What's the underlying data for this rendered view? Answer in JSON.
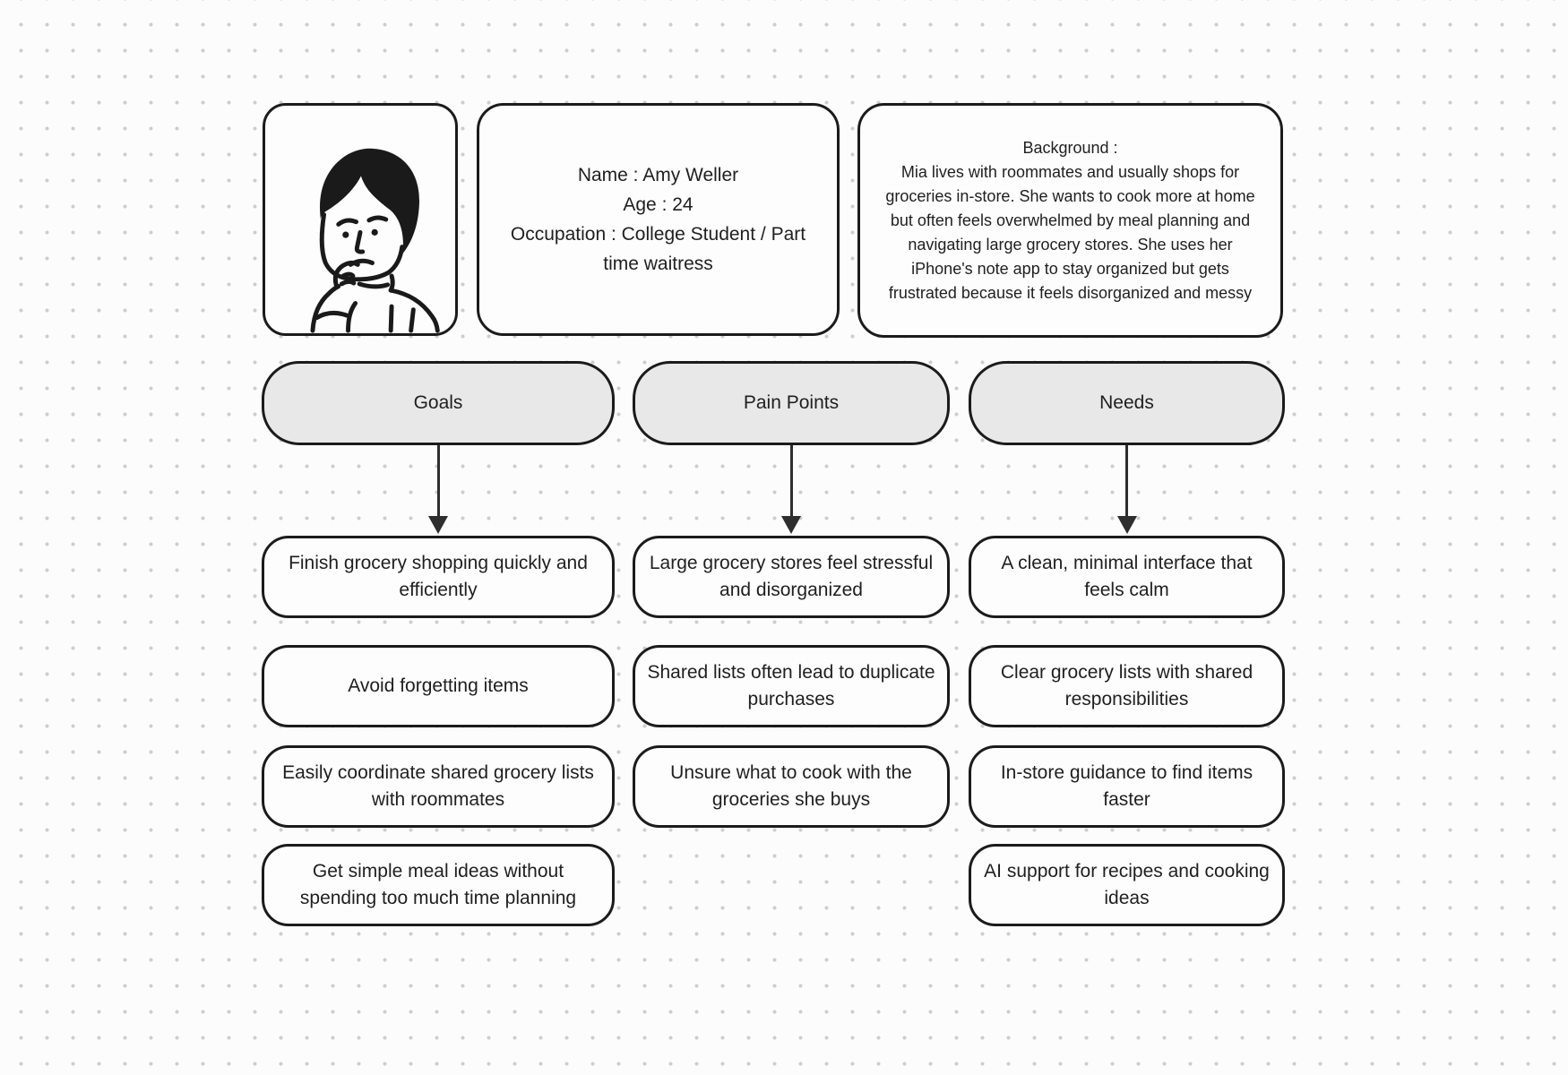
{
  "persona": {
    "avatar": {
      "icon": "thinking-person-illustration"
    },
    "identity": {
      "name": "Name : Amy Weller",
      "age": "Age : 24",
      "occupation": "Occupation : College Student / Part time waitress"
    },
    "background": {
      "label": "Background :",
      "text": "Mia lives with roommates and usually shops for groceries in-store. She wants to cook more at home but often feels overwhelmed by meal planning and navigating large grocery stores. She uses her iPhone's note app to stay organized but gets frustrated because it feels disorganized and messy"
    }
  },
  "columns": [
    {
      "id": "goals",
      "header": "Goals",
      "items": [
        "Finish grocery shopping quickly and efficiently",
        "Avoid forgetting items",
        "Easily coordinate shared grocery lists with roommates",
        "Get simple meal ideas without spending too much time planning"
      ]
    },
    {
      "id": "pain-points",
      "header": "Pain Points",
      "items": [
        "Large grocery stores feel stressful and disorganized",
        "Shared lists often lead to duplicate purchases",
        "Unsure what to cook with the groceries she buys"
      ]
    },
    {
      "id": "needs",
      "header": "Needs",
      "items": [
        "A clean, minimal interface that feels calm",
        "Clear grocery lists with shared responsibilities",
        "In-store guidance to find items faster",
        "AI support for recipes and cooking ideas"
      ]
    }
  ],
  "colors": {
    "canvas_background": "#fcfcfc",
    "dot_grid": "#cdcdcd",
    "shape_border": "#1b1b1b",
    "card_fill": "#fdfdfd",
    "header_pill_fill": "#e8e8e8",
    "text": "#1f1f1f",
    "arrow": "#2e2e2e"
  }
}
